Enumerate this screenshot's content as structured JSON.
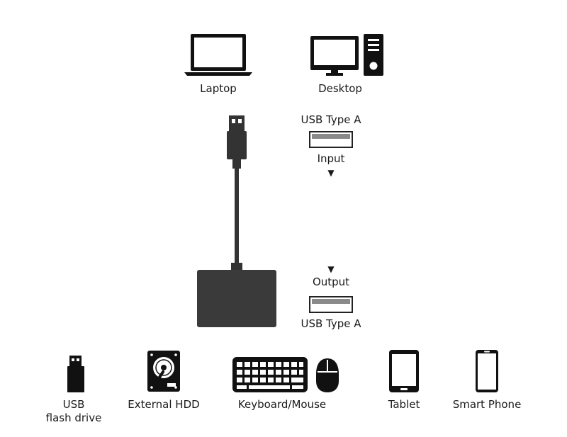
{
  "top_devices": [
    {
      "label": "Laptop",
      "icon": "laptop-icon"
    },
    {
      "label": "Desktop",
      "icon": "desktop-icon"
    }
  ],
  "input": {
    "type_label": "USB Type A",
    "direction_label": "Input",
    "arrow": "▼"
  },
  "output": {
    "type_label": "USB Type A",
    "direction_label": "Output",
    "arrow": "▼"
  },
  "bottom_devices": [
    {
      "label_line1": "USB",
      "label_line2": "flash drive",
      "icon": "usb-flash-drive-icon"
    },
    {
      "label": "External HDD",
      "icon": "external-hdd-icon"
    },
    {
      "label": "Keyboard/Mouse",
      "icon": "keyboard-mouse-icon"
    },
    {
      "label": "Tablet",
      "icon": "tablet-icon"
    },
    {
      "label": "Smart Phone",
      "icon": "smartphone-icon"
    }
  ],
  "colors": {
    "device": "#111111",
    "adapter": "#3a3a3a",
    "port_fill": "#8a8a8a"
  }
}
